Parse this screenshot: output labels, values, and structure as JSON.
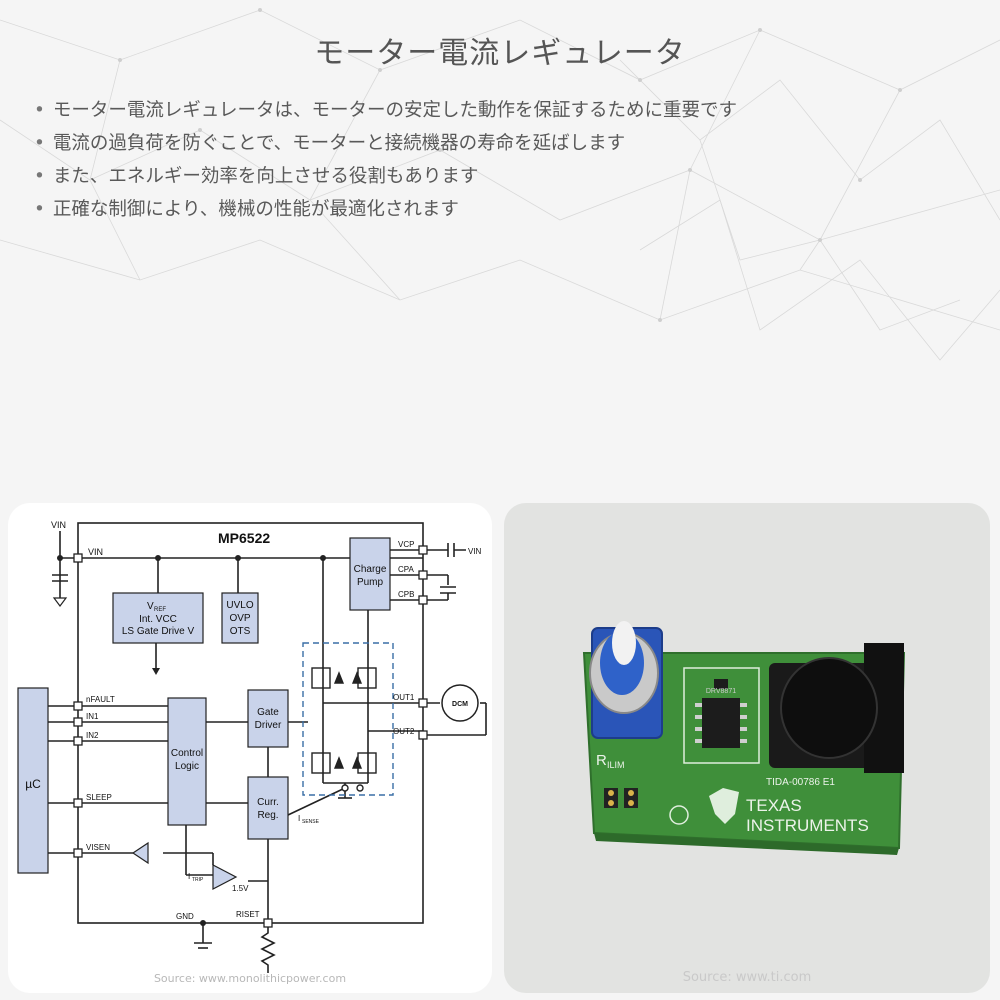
{
  "title": "モーター電流レギュレータ",
  "bullets": [
    "モーター電流レギュレータは、モーターの安定した動作を保証するために重要です",
    "電流の過負荷を防ぐことで、モーターと接続機器の寿命を延ばします",
    "また、エネルギー効率を向上させる役割もあります",
    "正確な制御により、機械の性能が最適化されます"
  ],
  "left_image": {
    "source": "Source: www.monolithicpower.com",
    "chip": "MP6522",
    "mcu": "µC",
    "vin": "VIN",
    "vref": "V",
    "vref_sub": "REF",
    "int_vcc": "Int. VCC",
    "ls_gate": "LS Gate Drive V",
    "uvlo": "UVLO",
    "ovp": "OVP",
    "ots": "OTS",
    "charge": "Charge",
    "pump": "Pump",
    "vcp": "VCP",
    "cpa": "CPA",
    "cpb": "CPB",
    "nfault": "nFAULT",
    "in1": "IN1",
    "in2": "IN2",
    "sleep": "SLEEP",
    "visen": "VISEN",
    "control": "Control",
    "logic": "Logic",
    "gate": "Gate",
    "driver": "Driver",
    "curr": "Curr.",
    "reg": "Reg.",
    "isense_i": "I",
    "isense_sub": "SENSE",
    "itrip_i": "I",
    "itrip_sub": "TRIP",
    "v15": "1.5V",
    "out1": "OUT1",
    "out2": "OUT2",
    "dcm": "DCM",
    "gnd": "GND",
    "riset": "RISET"
  },
  "right_image": {
    "source": "Source: www.ti.com",
    "r_label": "R",
    "r_sub": "ILIM",
    "chip_label": "DRV8871",
    "board_label": "TIDA-00786 E1",
    "brand1": "TEXAS",
    "brand2": "INSTRUMENTS"
  },
  "colors": {
    "pcb": "#3f8f3a",
    "pot": "#2a55b8",
    "block": "#c9d3ea"
  }
}
